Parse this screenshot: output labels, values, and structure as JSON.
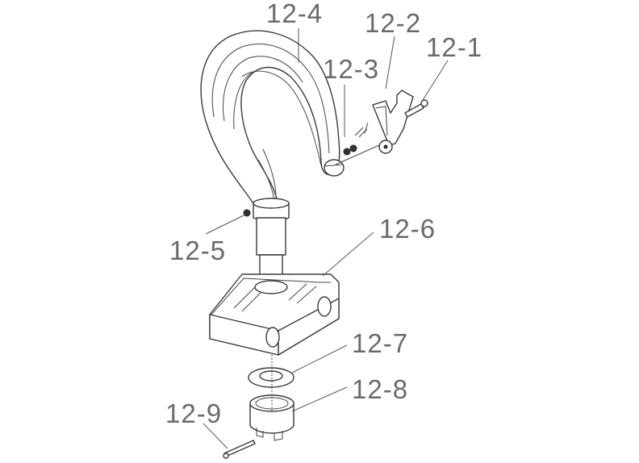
{
  "diagram": {
    "type": "exploded-assembly",
    "subject": "crane hook assembly",
    "line_color": "#3a3a3a",
    "label_color": "#6a6a6a",
    "background": "#ffffff",
    "labels": [
      {
        "id": "12-1",
        "text": "12-1",
        "part": "bolt"
      },
      {
        "id": "12-2",
        "text": "12-2",
        "part": "safety latch"
      },
      {
        "id": "12-3",
        "text": "12-3",
        "part": "latch spring and nuts"
      },
      {
        "id": "12-4",
        "text": "12-4",
        "part": "hook body"
      },
      {
        "id": "12-5",
        "text": "12-5",
        "part": "grease nipple"
      },
      {
        "id": "12-6",
        "text": "12-6",
        "part": "crosshead block"
      },
      {
        "id": "12-7",
        "text": "12-7",
        "part": "washer"
      },
      {
        "id": "12-8",
        "text": "12-8",
        "part": "slotted nut"
      },
      {
        "id": "12-9",
        "text": "12-9",
        "part": "split pin"
      }
    ]
  }
}
